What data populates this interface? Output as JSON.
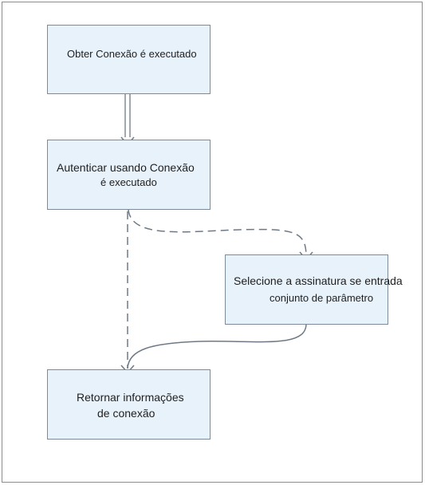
{
  "diagram": {
    "nodes": [
      {
        "id": "obter",
        "lines": [
          "Obter Conexão é executado"
        ]
      },
      {
        "id": "autenticar",
        "lines": [
          "Autenticar usando Conexão",
          "é executado"
        ]
      },
      {
        "id": "selecione",
        "lines": [
          "Selecione a assinatura se entrada",
          "conjunto de parâmetro"
        ]
      },
      {
        "id": "retornar",
        "lines": [
          "Retornar informações",
          "de conexão"
        ]
      }
    ],
    "edges": [
      {
        "from": "obter",
        "to": "autenticar",
        "style": "double-solid"
      },
      {
        "from": "autenticar",
        "to": "selecione",
        "style": "dashed"
      },
      {
        "from": "autenticar",
        "to": "retornar",
        "style": "dashed"
      },
      {
        "from": "selecione",
        "to": "retornar",
        "style": "solid"
      }
    ],
    "colors": {
      "box_fill": "#e8f2fb",
      "box_border": "#7c8b99",
      "edge": "#6f7985",
      "frame": "#8c8c8c"
    }
  }
}
